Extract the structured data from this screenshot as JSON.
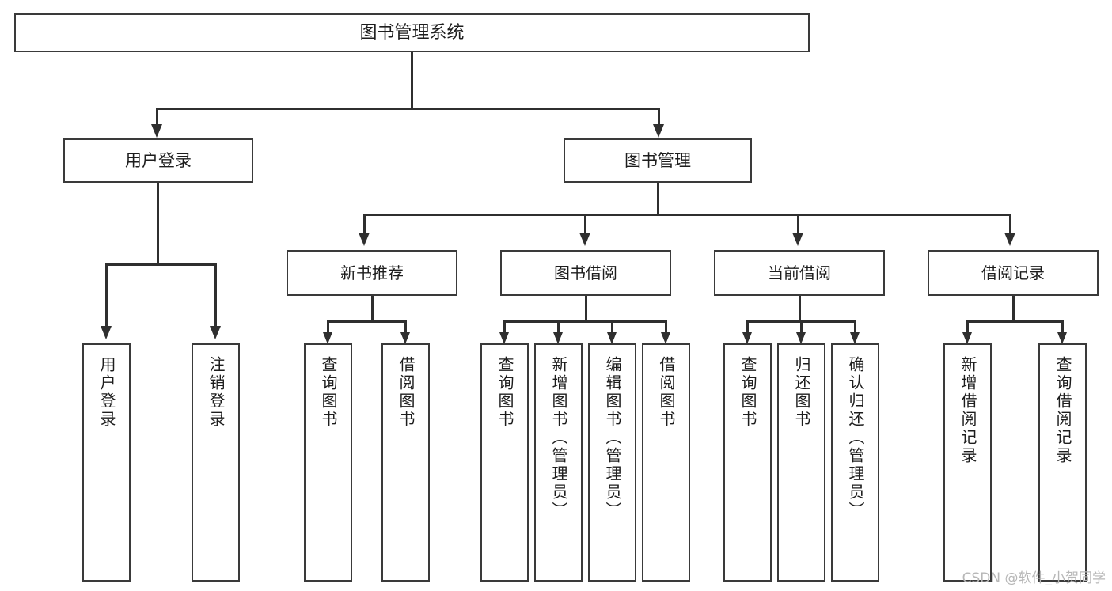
{
  "diagram": {
    "title": "图书管理系统",
    "type": "tree",
    "root": {
      "label": "图书管理系统",
      "level": "root"
    },
    "level2": [
      {
        "label": "用户登录"
      },
      {
        "label": "图书管理"
      }
    ],
    "level3": [
      {
        "label": "新书推荐"
      },
      {
        "label": "图书借阅"
      },
      {
        "label": "当前借阅"
      },
      {
        "label": "借阅记录"
      }
    ],
    "leaves": {
      "user_login": [
        {
          "label": "用户登录"
        },
        {
          "label": "注销登录"
        }
      ],
      "new_book_recommend": [
        {
          "label": "查询图书"
        },
        {
          "label": "借阅图书"
        }
      ],
      "book_borrow": [
        {
          "label": "查询图书"
        },
        {
          "label": "新增图书（管理员）"
        },
        {
          "label": "编辑图书（管理员）"
        },
        {
          "label": "借阅图书"
        }
      ],
      "current_borrow": [
        {
          "label": "查询图书"
        },
        {
          "label": "归还图书"
        },
        {
          "label": "确认归还（管理员）"
        }
      ],
      "borrow_record": [
        {
          "label": "新增借阅记录"
        },
        {
          "label": "查询借阅记录"
        }
      ]
    }
  },
  "watermark": {
    "text": "CSDN @软件_小贺同学"
  },
  "colors": {
    "box_border": "#3a3a3a",
    "line": "#2f2f2f",
    "text": "#1d1d1d",
    "background": "#ffffff",
    "watermark": "#b7b7b7"
  }
}
